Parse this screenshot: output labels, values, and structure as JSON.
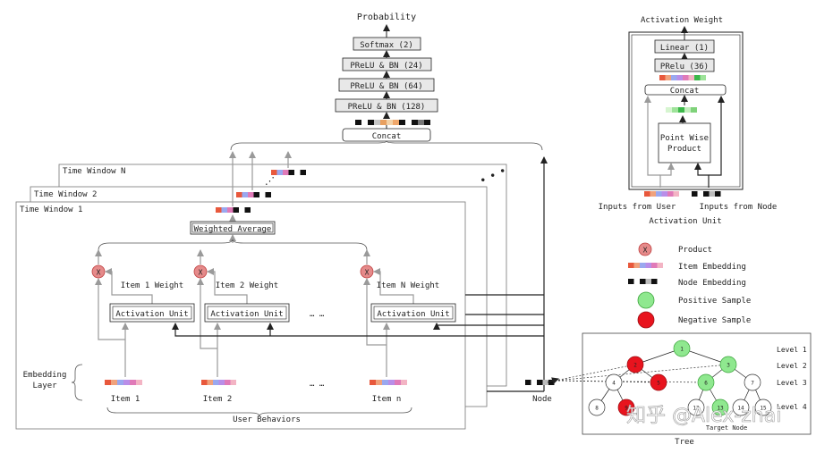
{
  "colors": {
    "line": "#222222",
    "gray_arrow": "#9a9a9a",
    "box_fill": "#e8e8e8",
    "negative": "#e8141e",
    "positive": "#8fe88f",
    "product": "#e58a8a",
    "item_emb": [
      "#e8583c",
      "#f0a27c",
      "#9aa8ef",
      "#b98ee8",
      "#e07ab8",
      "#f3b4c4"
    ],
    "node_emb": [
      "#111111",
      "#ffffff",
      "#111111",
      "#bdbdbd",
      "#111111",
      "#ffffff"
    ],
    "concat_emb": [
      "#111111",
      "#ffffff",
      "#111111",
      "#c7c7c7",
      "#e8a060",
      "#f3d2a8",
      "#f0a86c",
      "#111111",
      "#ffffff",
      "#111111",
      "#777777",
      "#111111"
    ],
    "pw_emb": [
      "#d6f5d0",
      "#9ee39a",
      "#3cb84a",
      "#c2efbd",
      "#7fd27a"
    ]
  },
  "top_tower": {
    "title": "Probability",
    "layers": [
      "Softmax (2)",
      "PReLU & BN (24)",
      "PReLU & BN (64)",
      "PReLU & BN (128)"
    ],
    "concat": "Concat"
  },
  "windows": {
    "n": "Time Window N",
    "two": "Time Window 2",
    "one": "Time Window 1",
    "dots_top": "⋰",
    "dots_right": "• • •"
  },
  "window1": {
    "weighted_average": "Weighted Average",
    "product_symbol": "X",
    "weights": [
      "Item 1 Weight",
      "Item 2 Weight",
      "Item N Weight"
    ],
    "activation_unit": "Activation Unit",
    "ellipsis": "…   …",
    "embedding_layer": [
      "Embedding",
      "Layer"
    ],
    "items": [
      "Item 1",
      "Item 2",
      "Item n"
    ],
    "user_behaviors": "User Behaviors"
  },
  "node_label": "Node",
  "activation_panel": {
    "title": "Activation Weight",
    "layers": [
      "Linear (1)",
      "PRelu (36)"
    ],
    "concat": "Concat",
    "pointwise": [
      "Point Wise",
      "Product"
    ],
    "inputs_user": "Inputs from User",
    "inputs_node": "Inputs from Node",
    "caption": "Activation Unit"
  },
  "legend": [
    {
      "key": "product",
      "label": "Product"
    },
    {
      "key": "item",
      "label": "Item Embedding"
    },
    {
      "key": "node",
      "label": "Node Embedding"
    },
    {
      "key": "positive",
      "label": "Positive Sample"
    },
    {
      "key": "negative",
      "label": "Negative Sample"
    }
  ],
  "tree": {
    "levels": [
      "Level 1",
      "Level 2",
      "Level 3",
      "Level 4"
    ],
    "nodes": [
      {
        "label": "1",
        "state": "positive"
      },
      {
        "label": "2",
        "state": "negative"
      },
      {
        "label": "3",
        "state": "positive"
      },
      {
        "label": "4",
        "state": "plain"
      },
      {
        "label": "5",
        "state": "negative"
      },
      {
        "label": "6",
        "state": "positive"
      },
      {
        "label": "7",
        "state": "plain"
      },
      {
        "label": "8",
        "state": "plain"
      },
      {
        "label": "9",
        "state": "negative"
      },
      {
        "label": "12",
        "state": "plain"
      },
      {
        "label": "13",
        "state": "positive"
      },
      {
        "label": "14",
        "state": "plain"
      },
      {
        "label": "15",
        "state": "plain"
      }
    ],
    "target_label": "Target Node",
    "caption": "Tree"
  },
  "watermark": "知乎 @Alex-zhai"
}
